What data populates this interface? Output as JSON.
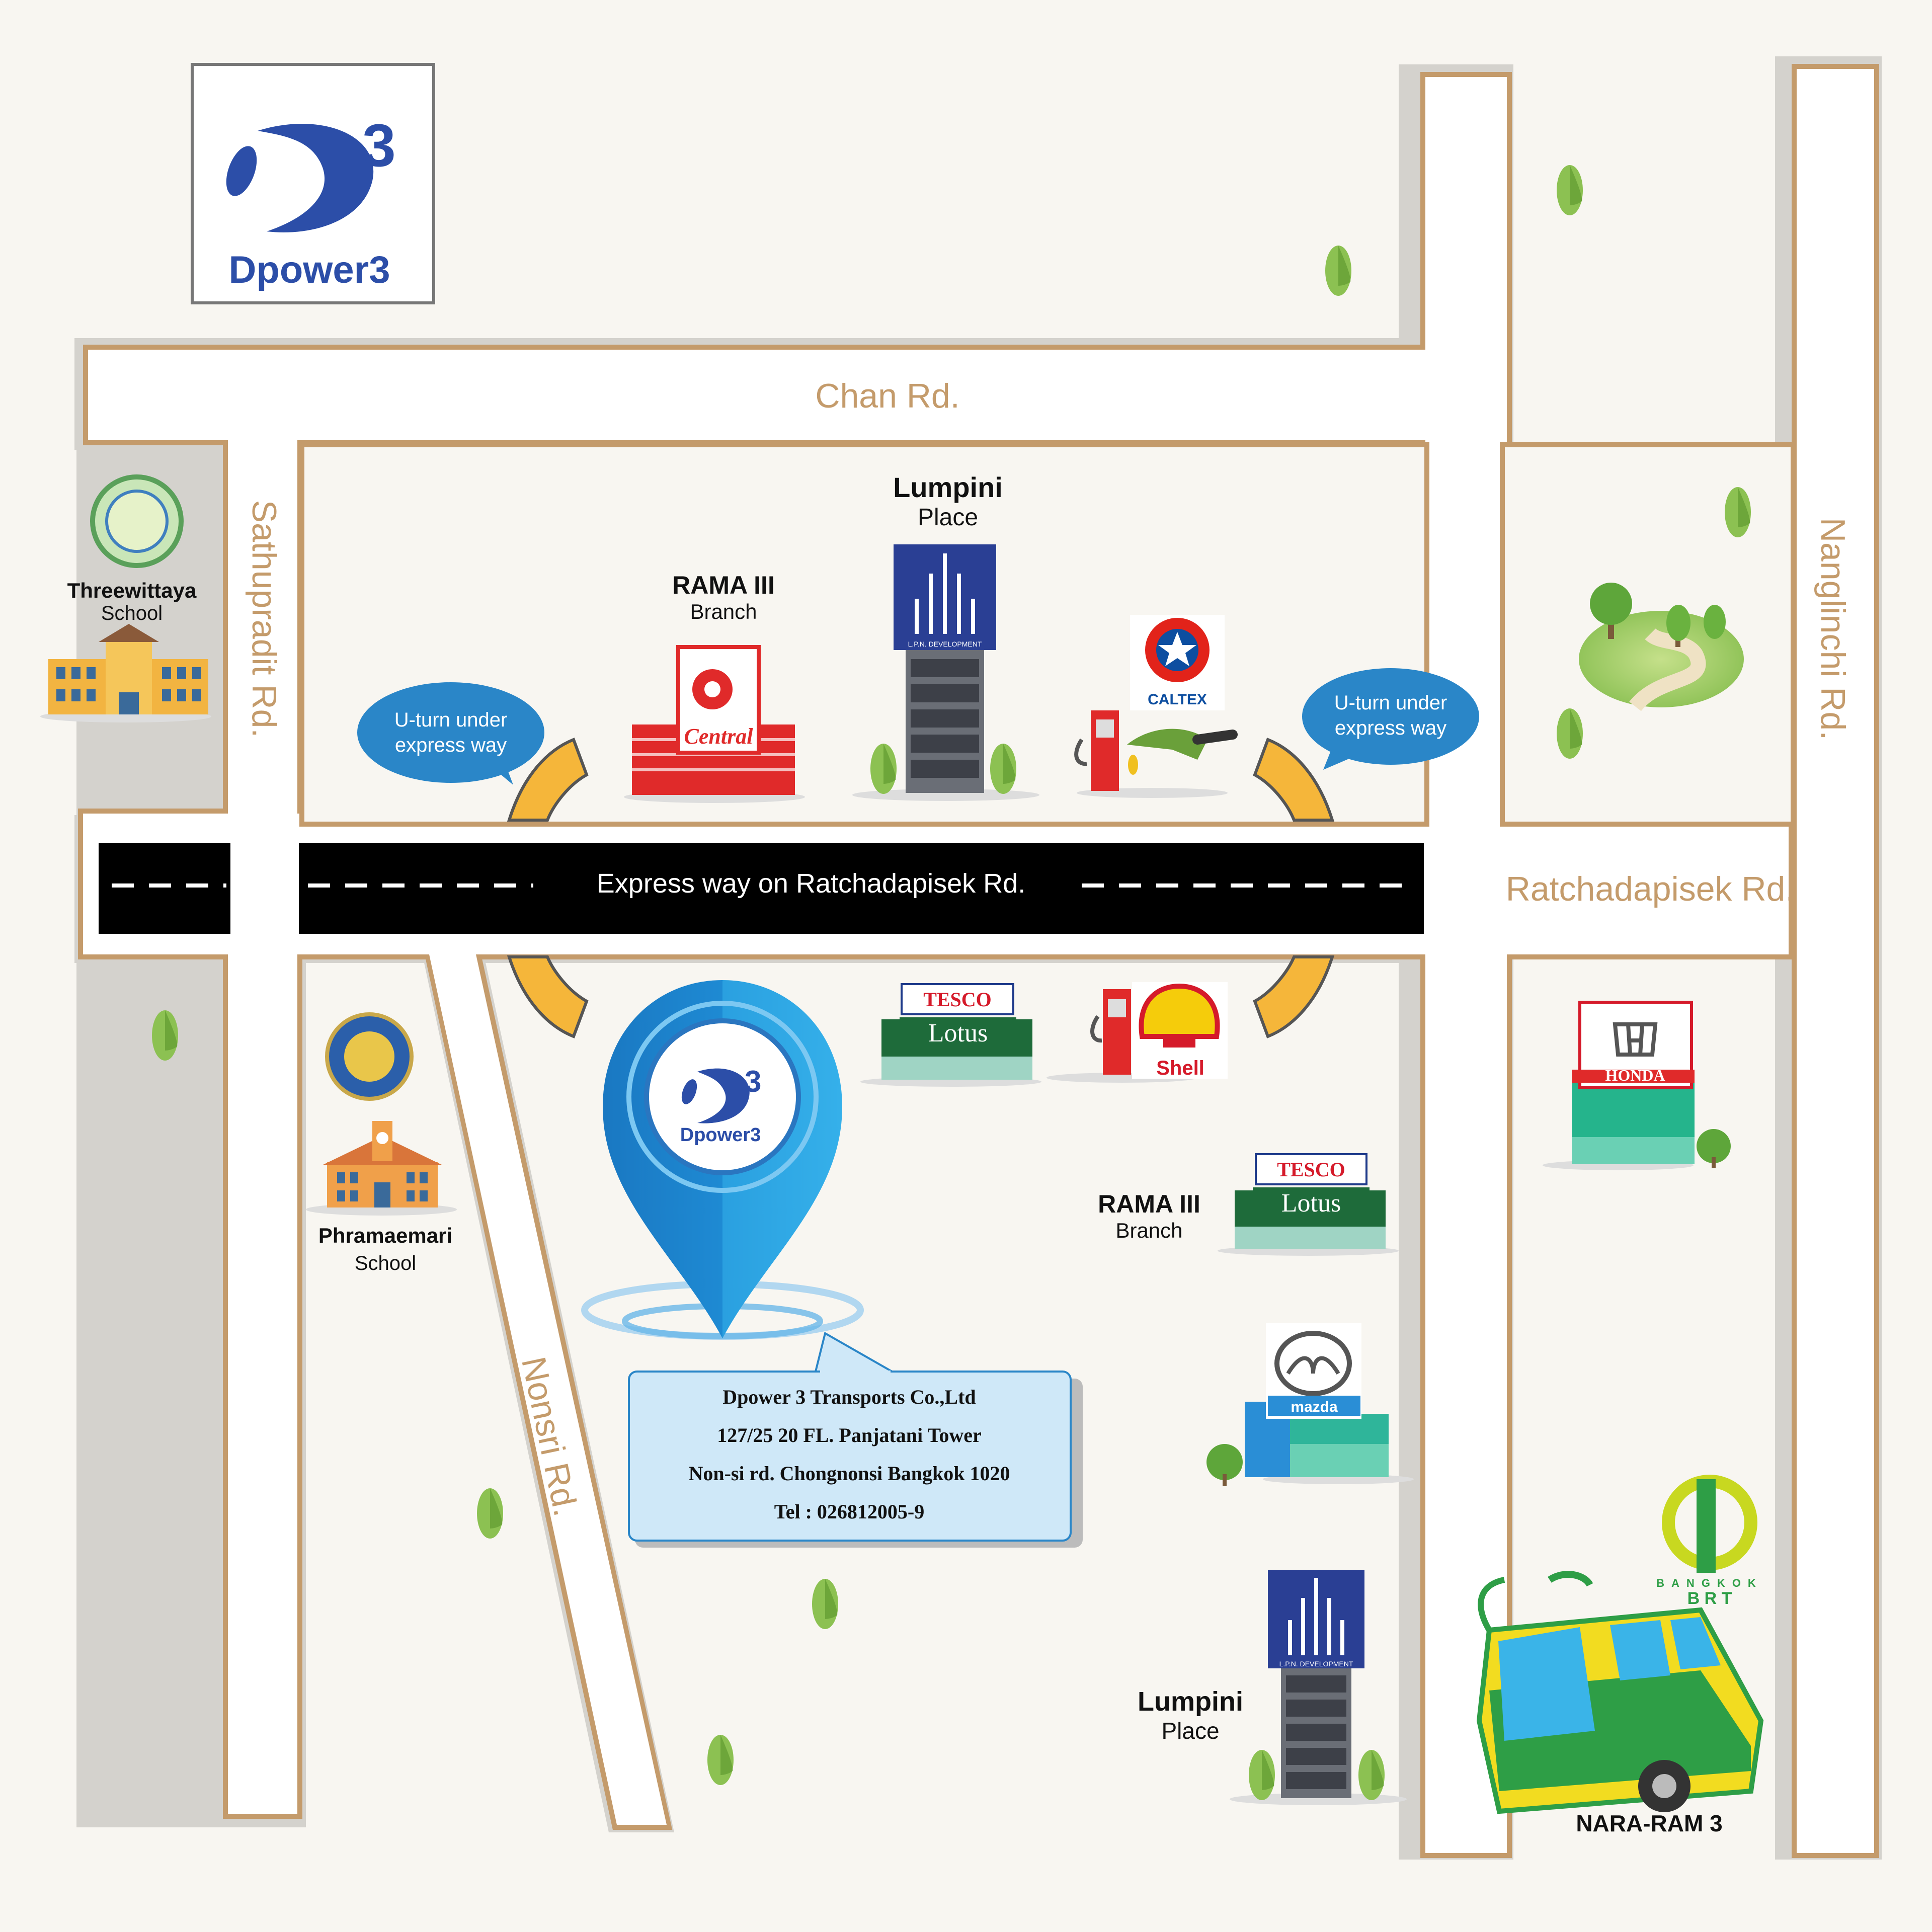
{
  "logo": {
    "wordmark": "Dpower3",
    "superscript": "3"
  },
  "roads": {
    "chan": "Chan Rd.",
    "sathupradit": "Sathupradit Rd.",
    "nanglinchi": "Nanglinchi Rd.",
    "ratchadapisek": "Ratchadapisek Rd.",
    "nonsri": "Nonsri Rd.",
    "expressway": "Express way on Ratchadapisek Rd."
  },
  "uturns": [
    {
      "line1": "U-turn under",
      "line2": "express way"
    },
    {
      "line1": "U-turn under",
      "line2": "express way"
    }
  ],
  "landmarks": {
    "threewittaya": {
      "name": "Threewittaya",
      "type": "School"
    },
    "phramaemari": {
      "name": "Phramaemari",
      "type": "School"
    },
    "central": {
      "name": "RAMA III",
      "type": "Branch",
      "logo": "Central"
    },
    "lumpini_top": {
      "name": "Lumpini",
      "type": "Place",
      "sign": "L.P.N. DEVELOPMENT"
    },
    "lumpini_bottom": {
      "name": "Lumpini",
      "type": "Place",
      "sign": "L.P.N. DEVELOPMENT"
    },
    "caltex": {
      "name": "CALTEX"
    },
    "shell": {
      "name": "Shell"
    },
    "tesco_top": {
      "line1": "TESCO",
      "line2": "Lotus"
    },
    "tesco_rama": {
      "name": "RAMA III",
      "type": "Branch",
      "line1": "TESCO",
      "line2": "Lotus"
    },
    "honda": {
      "name": "HONDA"
    },
    "mazda": {
      "name": "mazda"
    },
    "brt": {
      "line1": "BANGKOK",
      "line2": "B R T"
    },
    "bus": {
      "name": "NARA-RAM 3"
    }
  },
  "pin": {
    "label": "Dpower3"
  },
  "address": {
    "company": "Dpower 3 Transports Co.,Ltd",
    "line1": "127/25 20 FL. Panjatani Tower",
    "line2": "Non-si rd. Chongnonsi Bangkok 1020",
    "tel": "Tel : 026812005-9"
  },
  "colors": {
    "background": "#f8f6f1",
    "road_edge": "#c49b6b",
    "road_shadow": "#d4d2cd",
    "expressway": "#000000",
    "uturn": "#f5b63a",
    "bubble": "#2a86c8",
    "brand_blue": "#2c4ea8",
    "address_box": "#cfe8f8"
  }
}
